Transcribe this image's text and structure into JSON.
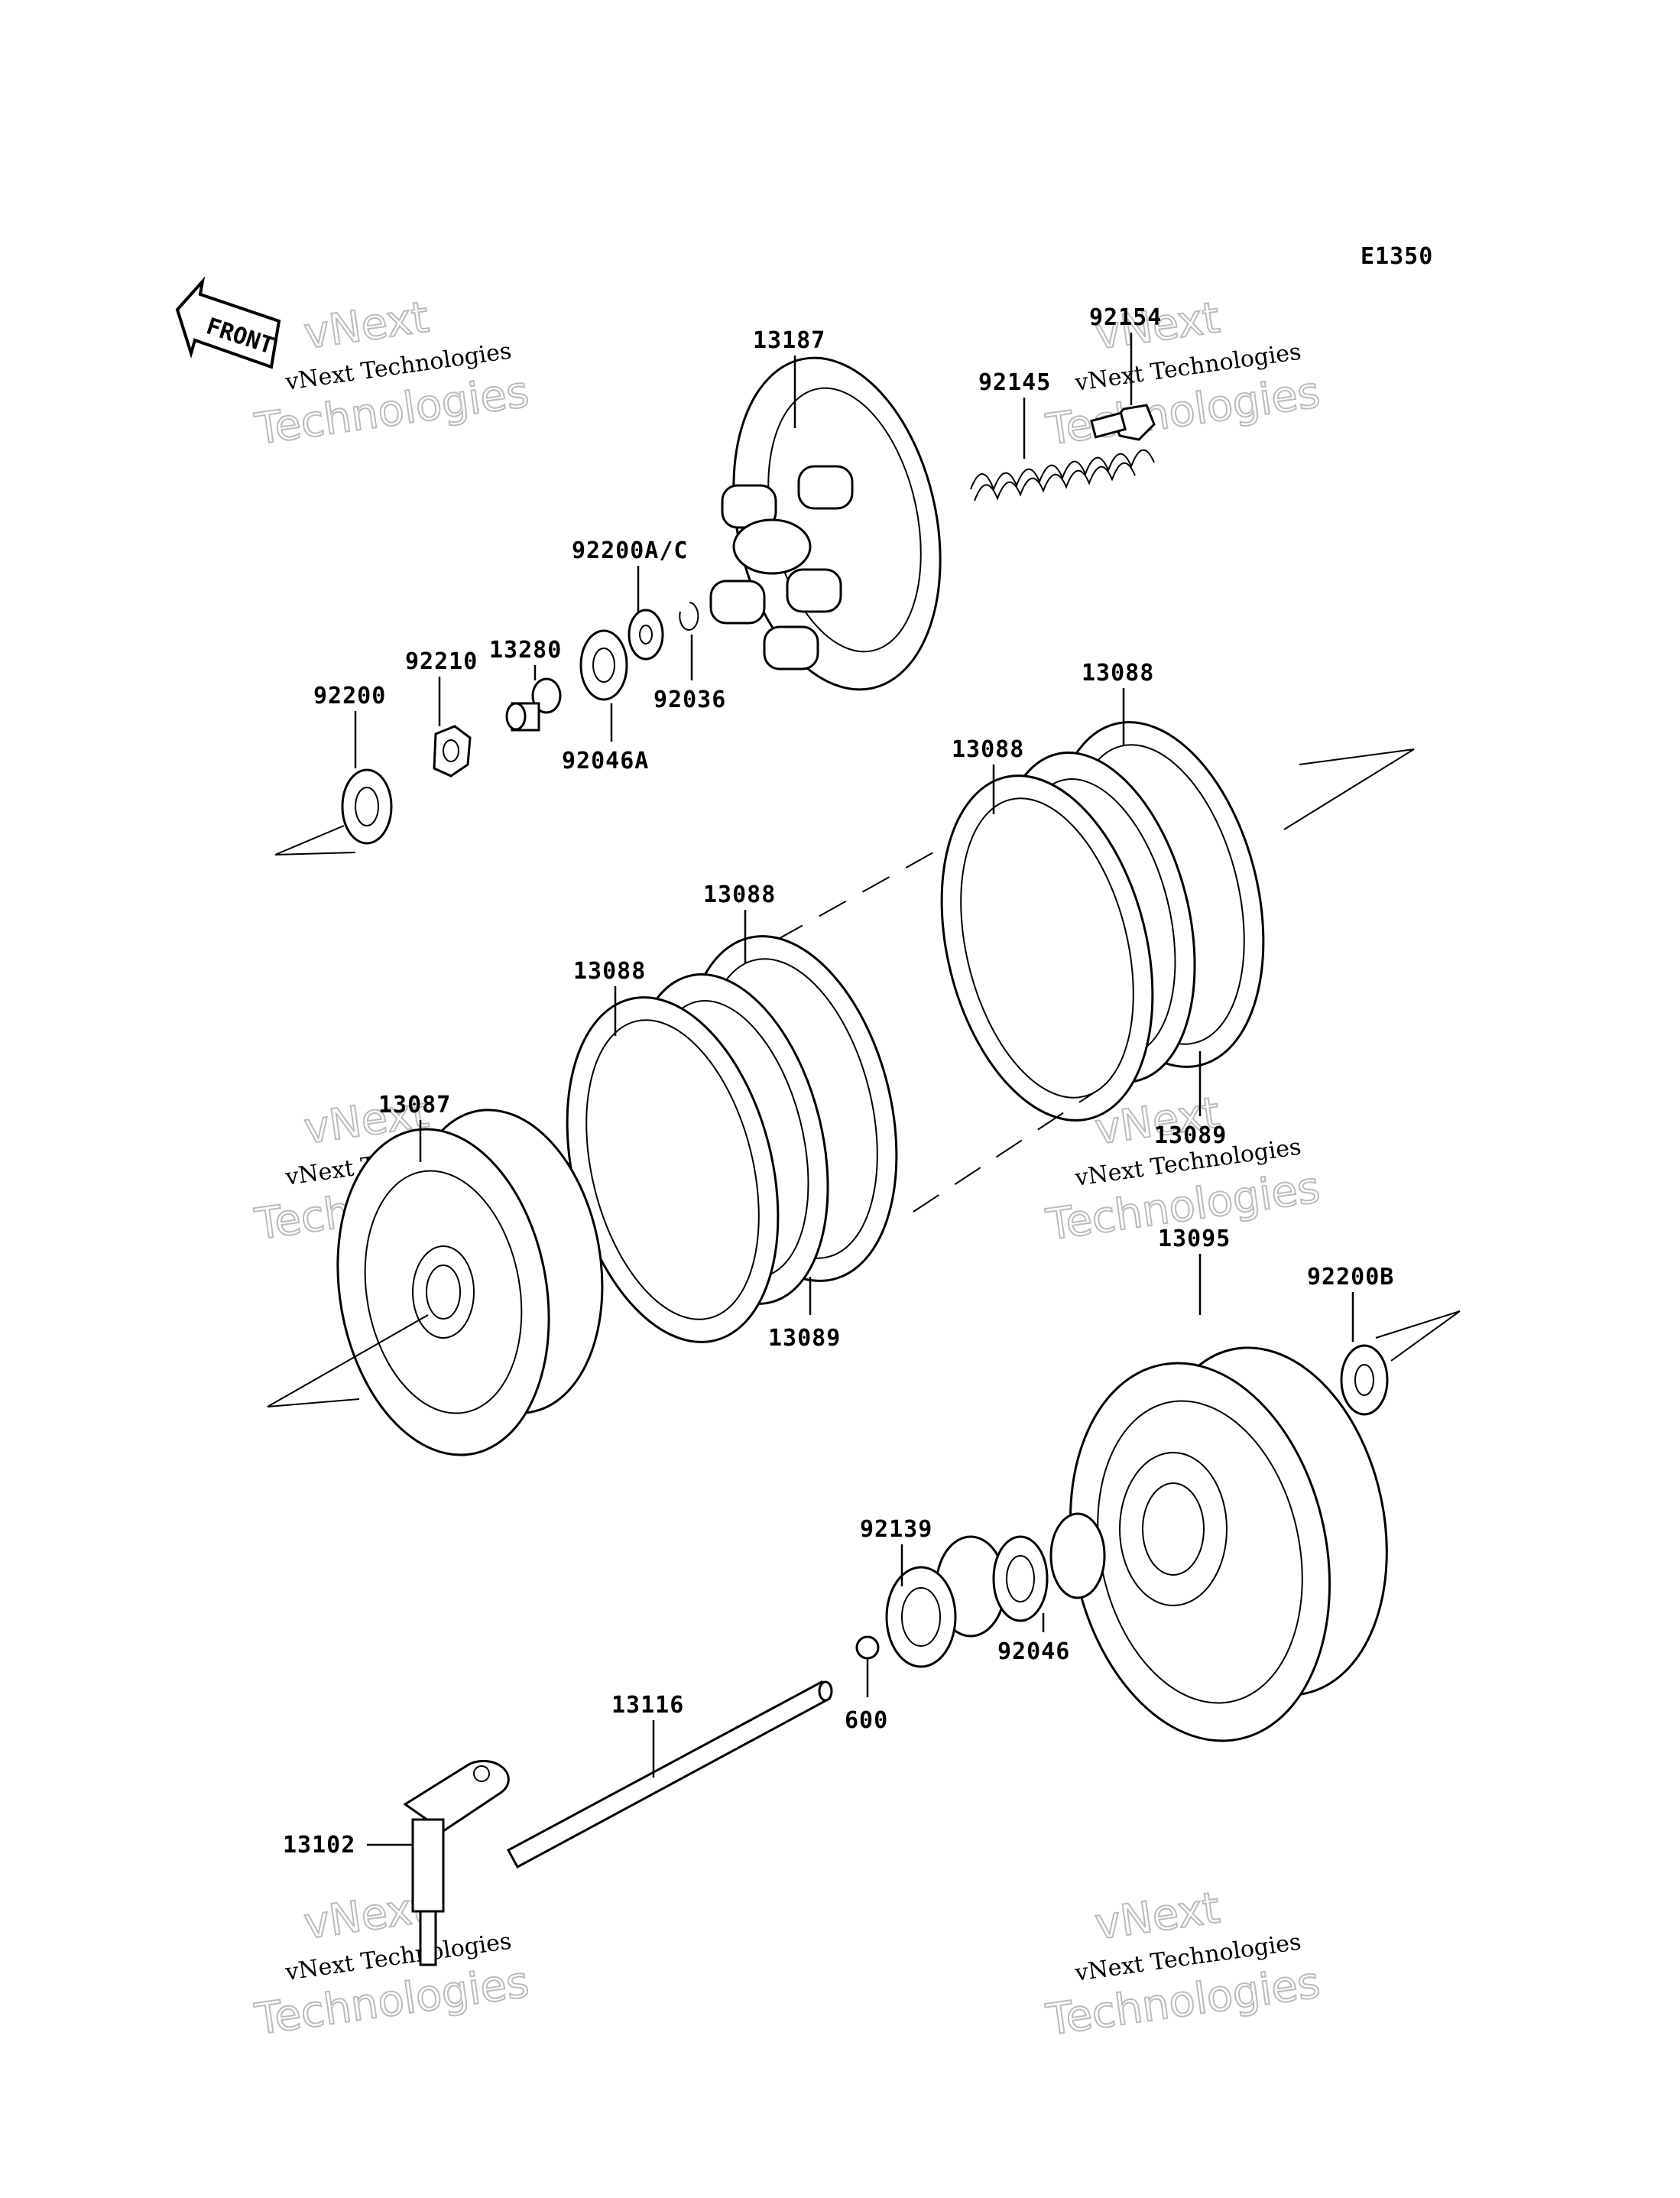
{
  "diagram": {
    "code": "E1350",
    "front_label": "FRONT",
    "watermark": {
      "line1": "vNext Technologies",
      "line2": "vNext",
      "line3": "Technologies"
    },
    "parts": [
      {
        "id": "p13187",
        "label": "13187"
      },
      {
        "id": "p92154",
        "label": "92154"
      },
      {
        "id": "p92145",
        "label": "92145"
      },
      {
        "id": "p92200ac",
        "label": "92200A/C"
      },
      {
        "id": "p13280",
        "label": "13280"
      },
      {
        "id": "p92210",
        "label": "92210"
      },
      {
        "id": "p92200",
        "label": "92200"
      },
      {
        "id": "p92036",
        "label": "92036"
      },
      {
        "id": "p92046a",
        "label": "92046A"
      },
      {
        "id": "p13088a",
        "label": "13088"
      },
      {
        "id": "p13088b",
        "label": "13088"
      },
      {
        "id": "p13088c",
        "label": "13088"
      },
      {
        "id": "p13088d",
        "label": "13088"
      },
      {
        "id": "p13087",
        "label": "13087"
      },
      {
        "id": "p13089a",
        "label": "13089"
      },
      {
        "id": "p13089b",
        "label": "13089"
      },
      {
        "id": "p13095",
        "label": "13095"
      },
      {
        "id": "p92200b",
        "label": "92200B"
      },
      {
        "id": "p92139",
        "label": "92139"
      },
      {
        "id": "p92046",
        "label": "92046"
      },
      {
        "id": "p600",
        "label": "600"
      },
      {
        "id": "p13116",
        "label": "13116"
      },
      {
        "id": "p13102",
        "label": "13102"
      }
    ]
  }
}
